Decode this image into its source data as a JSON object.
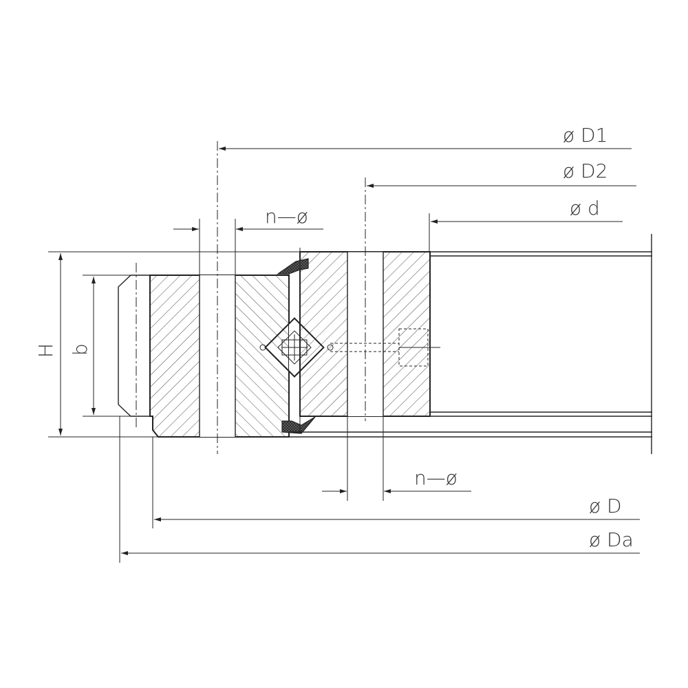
{
  "labels": {
    "phi_D1": "ø D1",
    "phi_D2": "ø D2",
    "phi_d": "ø d",
    "n_phi_top": "n—ø",
    "n_phi_bottom": "n—ø",
    "phi_D": "ø D",
    "phi_Da": "ø Da",
    "H": "H",
    "b": "b"
  }
}
